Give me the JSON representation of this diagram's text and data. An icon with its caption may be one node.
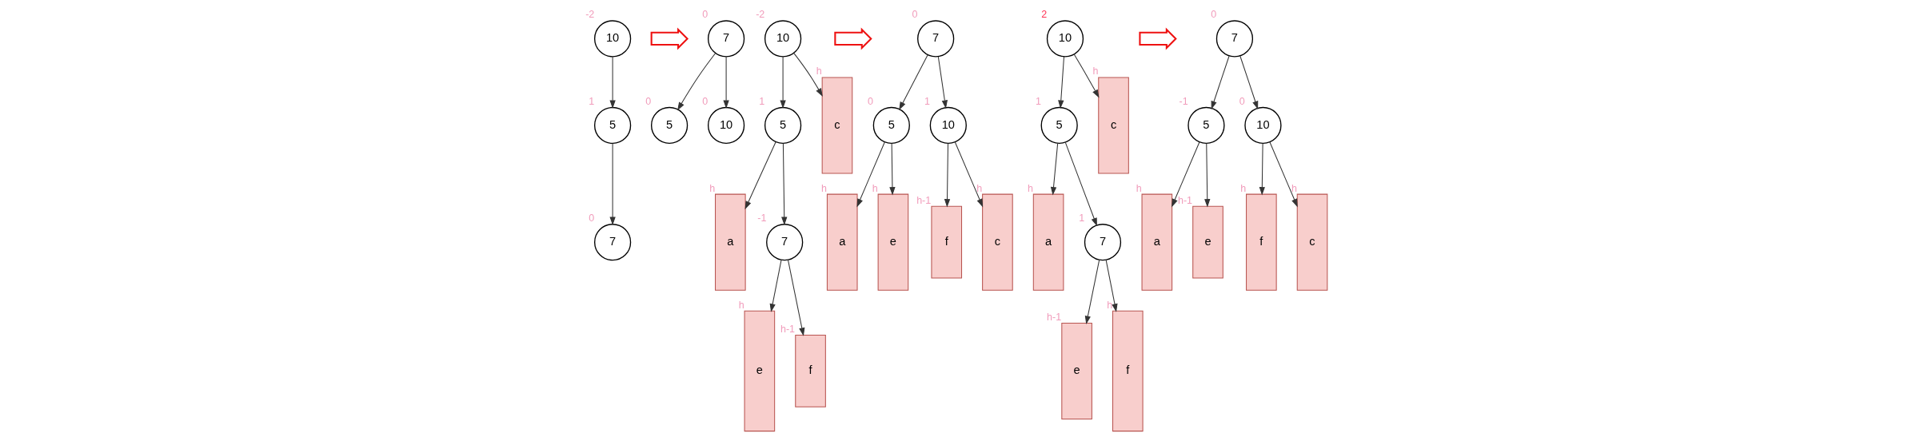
{
  "diagram": {
    "nodes": [
      {
        "text": [
          "10"
        ],
        "beside": [
          "-2"
        ]
      },
      {
        "text": [
          "5"
        ],
        "beside": [
          "1"
        ]
      },
      {
        "text": [
          "7"
        ],
        "beside": [
          "0"
        ]
      },
      {
        "text": [],
        "shape": "arrow"
      },
      {
        "text": [
          "7"
        ],
        "beside": [
          "0"
        ]
      },
      {
        "text": [
          "5"
        ],
        "beside": [
          "0"
        ]
      },
      {
        "text": [
          "10"
        ],
        "beside": [
          "0"
        ]
      },
      {
        "text": [
          "10"
        ],
        "beside": [
          "-2"
        ]
      },
      {
        "text": [
          "5"
        ],
        "beside": [
          "1"
        ]
      },
      {
        "text": [
          "c"
        ],
        "beside": [
          "h"
        ]
      },
      {
        "text": [
          "a"
        ],
        "beside": [
          "h"
        ]
      },
      {
        "text": [
          "7"
        ],
        "beside": [
          "-1"
        ]
      },
      {
        "text": [
          "e"
        ],
        "beside": [
          "h"
        ]
      },
      {
        "text": [
          "f"
        ],
        "beside": [
          "h-1"
        ]
      },
      {
        "text": [],
        "shape": "arrow"
      },
      {
        "text": [
          "7"
        ],
        "beside": [
          "0"
        ]
      },
      {
        "text": [
          "5"
        ],
        "beside": [
          "0"
        ]
      },
      {
        "text": [
          "10"
        ],
        "beside": [
          "1"
        ]
      },
      {
        "text": [
          "a"
        ],
        "beside": [
          "h"
        ]
      },
      {
        "text": [
          "e"
        ],
        "beside": [
          "h"
        ]
      },
      {
        "text": [
          "f"
        ],
        "beside": [
          "h-1"
        ]
      },
      {
        "text": [
          "c"
        ],
        "beside": [
          "h"
        ]
      },
      {
        "text": [
          "10"
        ],
        "beside": [
          "2"
        ]
      },
      {
        "text": [
          "5"
        ],
        "beside": [
          "1"
        ]
      },
      {
        "text": [
          "c"
        ],
        "beside": [
          "h"
        ]
      },
      {
        "text": [
          "a"
        ],
        "beside": [
          "h"
        ]
      },
      {
        "text": [
          "7"
        ],
        "beside": [
          "1"
        ]
      },
      {
        "text": [
          "e"
        ],
        "beside": [
          "h-1"
        ]
      },
      {
        "text": [
          "f"
        ],
        "beside": [
          "h"
        ]
      },
      {
        "text": [],
        "shape": "arrow"
      },
      {
        "text": [
          "7"
        ],
        "beside": [
          "0"
        ]
      },
      {
        "text": [
          "5"
        ],
        "beside": [
          "-1"
        ]
      },
      {
        "text": [
          "10"
        ],
        "beside": [
          "0"
        ]
      },
      {
        "text": [
          "a"
        ],
        "beside": [
          "h"
        ]
      },
      {
        "text": [
          "e"
        ],
        "beside": [
          "h-1"
        ]
      },
      {
        "text": [
          "f"
        ],
        "beside": [
          "h"
        ]
      },
      {
        "text": [
          "c"
        ],
        "beside": [
          "h"
        ]
      }
    ],
    "edges": [
      {
        "from": 0,
        "to": 1,
        "arrow": "to"
      },
      {
        "from": 1,
        "to": 2,
        "arrow": "to"
      },
      {
        "from": 4,
        "to": 5,
        "arrow": "to"
      },
      {
        "from": 4,
        "to": 6,
        "arrow": "to"
      },
      {
        "from": 7,
        "to": 8,
        "arrow": "to"
      },
      {
        "from": 7,
        "to": 9,
        "arrow": "to"
      },
      {
        "from": 8,
        "to": 10,
        "arrow": "to"
      },
      {
        "from": 8,
        "to": 11,
        "arrow": "to"
      },
      {
        "from": 11,
        "to": 12,
        "arrow": "to"
      },
      {
        "from": 11,
        "to": 13,
        "arrow": "to"
      },
      {
        "from": 15,
        "to": 16,
        "arrow": "to"
      },
      {
        "from": 15,
        "to": 17,
        "arrow": "to"
      },
      {
        "from": 16,
        "to": 18,
        "arrow": "to"
      },
      {
        "from": 16,
        "to": 19,
        "arrow": "to"
      },
      {
        "from": 17,
        "to": 20,
        "arrow": "to"
      },
      {
        "from": 17,
        "to": 21,
        "arrow": "to"
      },
      {
        "from": 22,
        "to": 23,
        "arrow": "to"
      },
      {
        "from": 22,
        "to": 24,
        "arrow": "to"
      },
      {
        "from": 23,
        "to": 25,
        "arrow": "to"
      },
      {
        "from": 23,
        "to": 26,
        "arrow": "to"
      },
      {
        "from": 26,
        "to": 27,
        "arrow": "to"
      },
      {
        "from": 26,
        "to": 28,
        "arrow": "to"
      },
      {
        "from": 30,
        "to": 31,
        "arrow": "to"
      },
      {
        "from": 30,
        "to": 32,
        "arrow": "to"
      },
      {
        "from": 31,
        "to": 33,
        "arrow": "to"
      },
      {
        "from": 31,
        "to": 34,
        "arrow": "to"
      },
      {
        "from": 32,
        "to": 35,
        "arrow": "to"
      },
      {
        "from": 32,
        "to": 36,
        "arrow": "to"
      }
    ]
  }
}
